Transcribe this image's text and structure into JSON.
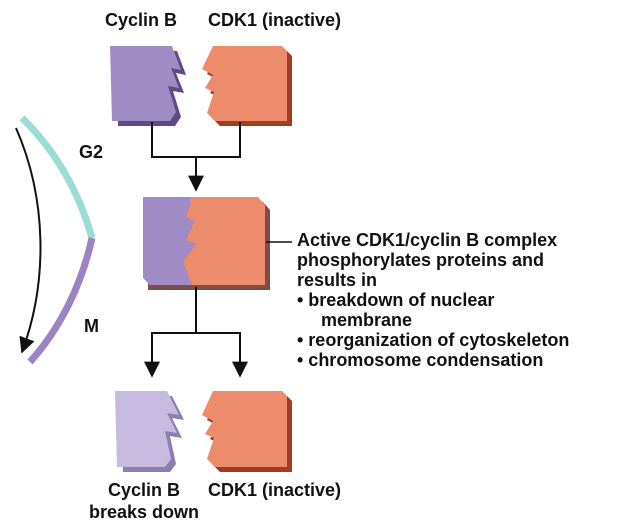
{
  "labels": {
    "top_cyclin": "Cyclin B",
    "top_cdk": "CDK1 (inactive)",
    "phase_g2": "G2",
    "phase_m": "M",
    "bottom_cyclin_line1": "Cyclin B",
    "bottom_cyclin_line2": "breaks down",
    "bottom_cdk": "CDK1 (inactive)"
  },
  "description": {
    "line1": "Active CDK1/cyclin B complex",
    "line2": "phosphorylates proteins and",
    "line3": "results in",
    "bullet1_line1": "• breakdown of nuclear",
    "bullet1_line2": "membrane",
    "bullet2": "• reorganization of cytoskeleton",
    "bullet3": "• chromosome condensation"
  },
  "colors": {
    "cyclin": "#a08cc4",
    "cyclin_shadow": "#5e4a86",
    "cyclin_degraded": "#c6bade",
    "cyclin_degraded_shadow": "#8c7eb0",
    "cdk": "#ec8c6c",
    "cdk_shadow": "#a43c22",
    "g2_band": "#9cdcd6",
    "m_band": "#9c84c4",
    "arrow": "#111111"
  }
}
